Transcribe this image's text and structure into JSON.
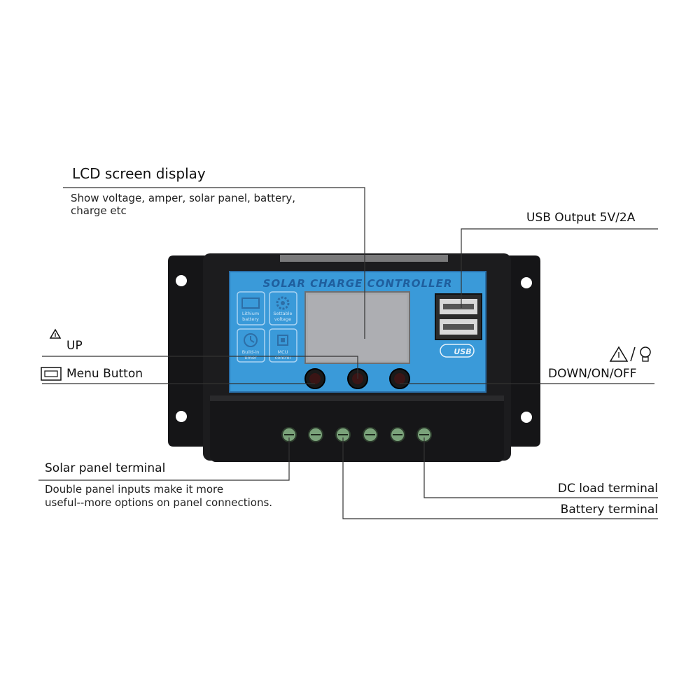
{
  "device": {
    "brand_title": "SOLAR CHARGE CONTROLLER",
    "icons": [
      {
        "name": "lithium-battery-icon",
        "label1": "Lithium",
        "label2": "battery"
      },
      {
        "name": "settable-voltage-icon",
        "label1": "Settable",
        "label2": "voltage"
      },
      {
        "name": "build-in-timer-icon",
        "label1": "Build-in",
        "label2": "timer"
      },
      {
        "name": "mcu-control-icon",
        "label1": "MCU",
        "label2": "control"
      }
    ],
    "usb_badge": "USB",
    "accent_color": "#3a9ad9",
    "body_color": "#1c1c1e",
    "lcd_color": "#a7a9ac"
  },
  "callouts": {
    "lcd": {
      "title": "LCD screen display",
      "desc_line1": "Show voltage, amper, solar panel, battery,",
      "desc_line2": "charge etc"
    },
    "usb": {
      "title": "USB Output 5V/2A"
    },
    "up": {
      "icon": "warning-triangle-icon",
      "label": "UP"
    },
    "menu": {
      "icon": "menu-rectangle-icon",
      "label": "Menu Button"
    },
    "down": {
      "icons": "warning-triangle-slash-bulb-icon",
      "label": "DOWN/ON/OFF"
    },
    "solar": {
      "title": "Solar panel terminal",
      "desc_line1": "Double panel inputs make it more",
      "desc_line2": "useful--more options on panel connections."
    },
    "dc_load": {
      "title": "DC load terminal"
    },
    "battery": {
      "title": "Battery terminal"
    }
  }
}
